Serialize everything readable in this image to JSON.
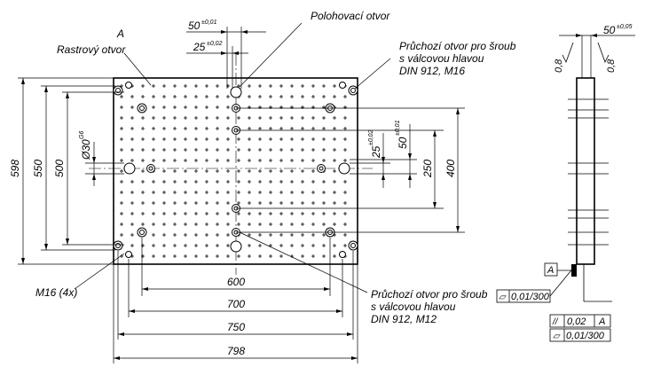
{
  "labels": {
    "A": "A",
    "rastrovy_otvor": "Rastrový otvor",
    "polohovaci_otvor": "Polohovací otvor",
    "pruchozi_m16_l1": "Průchozí otvor pro šroub",
    "pruchozi_m16_l2": "s válcovou hlavou",
    "pruchozi_m16_l3": "DIN 912, M16",
    "pruchozi_m12_l1": "Průchozí otvor pro šroub",
    "pruchozi_m12_l2": "s válcovou hlavou",
    "pruchozi_m12_l3": "DIN 912, M12",
    "m16_4x": "M16 (4x)"
  },
  "dims": {
    "d50": "50",
    "d50_tol": "±0,01",
    "d25": "25",
    "d25_tol": "±0,02",
    "d598": "598",
    "d550": "550",
    "d500": "500",
    "d30": "Ø30",
    "d30_tol": "G6",
    "v25": "25",
    "v25_tol": "±0,02",
    "v50": "50",
    "v50_tol": "±0,01",
    "d250": "250",
    "d400": "400",
    "d600": "600",
    "d700": "700",
    "d750": "750",
    "d798": "798",
    "side50": "50",
    "side50_tol": "±0,05",
    "rough1": "0,8",
    "rough2": "0,8",
    "datumA": "A",
    "flat1": "0,01/300",
    "par_val": "0,02",
    "par_ref": "A",
    "flat2": "0,01/300",
    "flat_sym": "▱",
    "par_sym": "//"
  }
}
